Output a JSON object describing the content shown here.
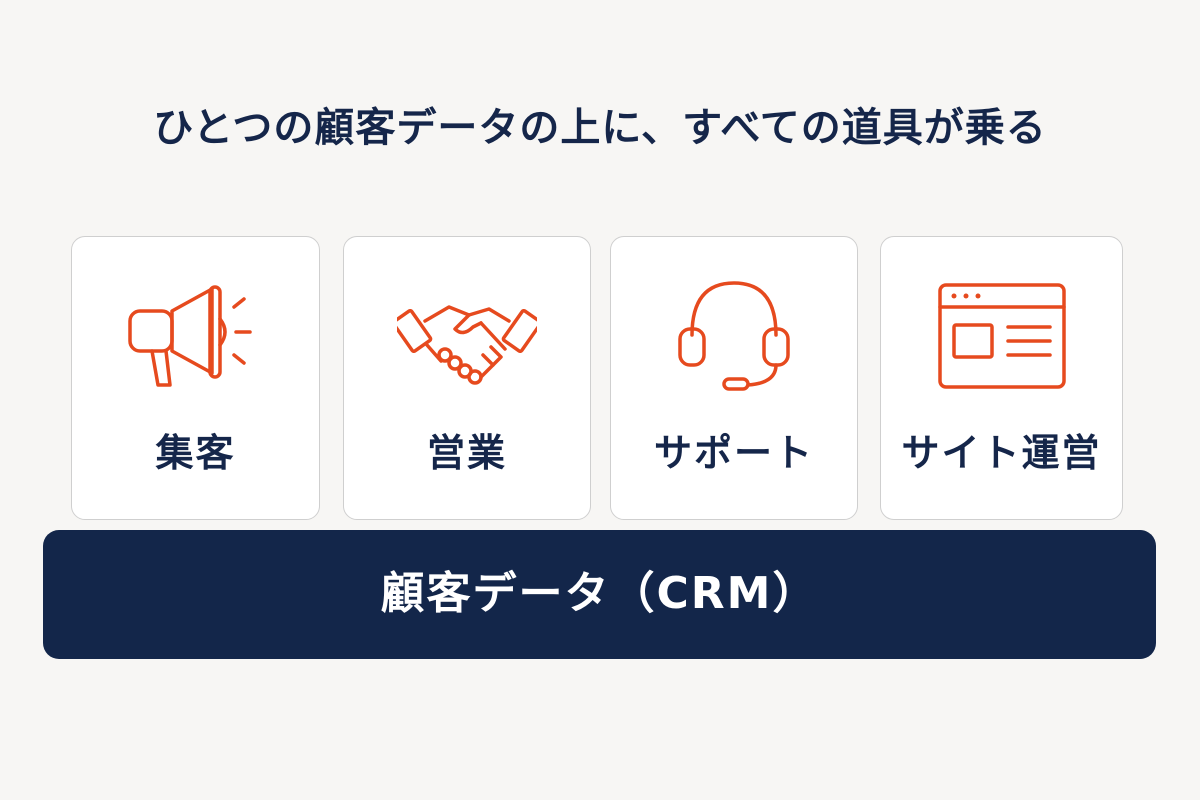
{
  "title": "ひとつの顧客データの上に、すべての道具が乗る",
  "colors": {
    "background": "#f7f6f4",
    "title_text": "#15264a",
    "card_border": "#cfcfcf",
    "icon_accent": "#e64a1e",
    "crm_bar": "#13264a",
    "crm_text": "#ffffff"
  },
  "cards": [
    {
      "label": "集客",
      "icon": "megaphone-icon"
    },
    {
      "label": "営業",
      "icon": "handshake-icon"
    },
    {
      "label": "サポート",
      "icon": "headset-icon"
    },
    {
      "label": "サイト運営",
      "icon": "browser-window-icon"
    }
  ],
  "crm": {
    "label": "顧客データ（CRM）"
  }
}
